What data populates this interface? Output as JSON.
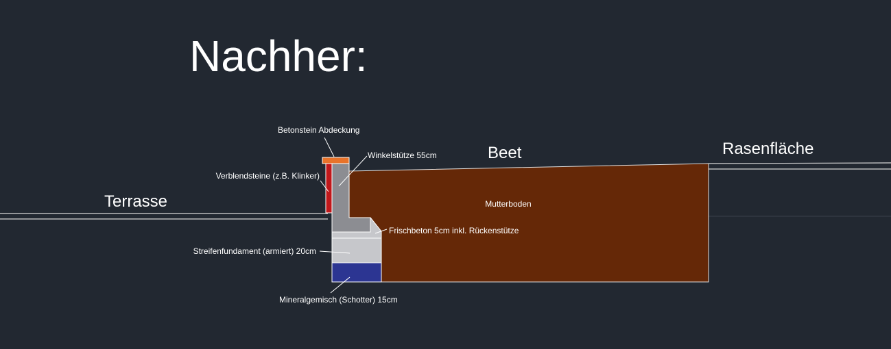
{
  "title": "Nachher:",
  "areas": {
    "terrace": "Terrasse",
    "bed": "Beet",
    "lawn": "Rasenfläche",
    "topsoil": "Mutterboden"
  },
  "labels": {
    "coping": "Betonstein Abdeckung",
    "angle_support": "Winkelstütze 55cm",
    "facing_bricks": "Verblendsteine (z.B. Klinker)",
    "fresh_concrete": "Frischbeton 5cm inkl. Rückenstütze",
    "strip_foundation": "Streifenfundament (armiert) 20cm",
    "gravel": "Mineralgemisch (Schotter) 15cm"
  },
  "colors": {
    "background": "#222831",
    "topsoil": "#652807",
    "coping": "#e8732a",
    "facing_bricks": "#c0181b",
    "angle_support": "#8c8d92",
    "concrete": "#c6c7cb",
    "gravel": "#2c3592"
  }
}
